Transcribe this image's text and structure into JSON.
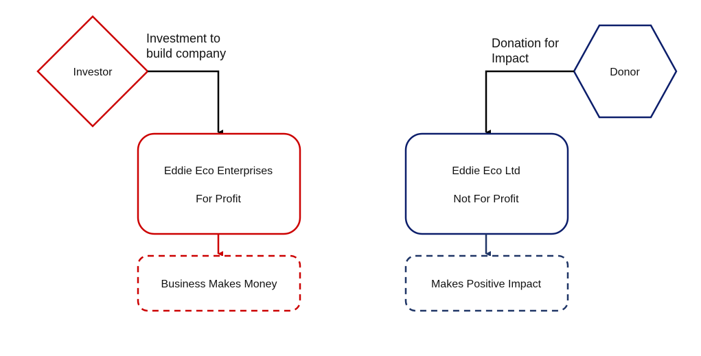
{
  "colors": {
    "left_accent": "#cc0000",
    "right_accent": "#0c1e6b",
    "right_dashed": "#1f3566",
    "connector": "#000000",
    "text": "#111111",
    "background": "#ffffff"
  },
  "left": {
    "source": {
      "shape": "diamond",
      "label": "Investor"
    },
    "connector_label": {
      "line1": "Investment to",
      "line2": "build company"
    },
    "entity": {
      "name": "Eddie Eco Enterprises",
      "type": "For Profit"
    },
    "outcome": {
      "label": "Business Makes Money"
    }
  },
  "right": {
    "source": {
      "shape": "hexagon",
      "label": "Donor"
    },
    "connector_label": {
      "line1": "Donation for",
      "line2": "Impact"
    },
    "entity": {
      "name": "Eddie Eco Ltd",
      "type": "Not For Profit"
    },
    "outcome": {
      "label": "Makes Positive Impact"
    }
  }
}
